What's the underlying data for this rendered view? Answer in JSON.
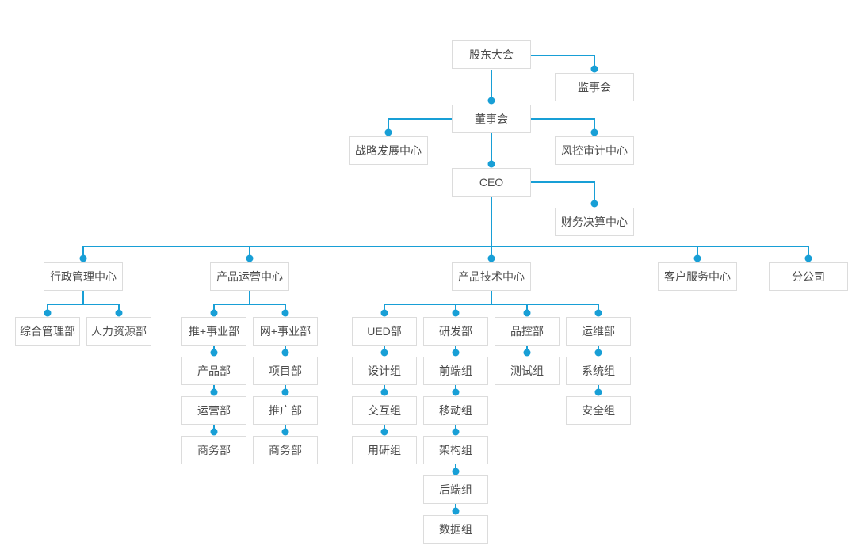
{
  "colors": {
    "line": "#189fd6",
    "box_border": "#dcdcdc",
    "text": "#4c4c4c",
    "background": "#ffffff"
  },
  "nodes": {
    "shareholders": "股东大会",
    "supervisory": "监事会",
    "board": "董事会",
    "strategy": "战略发展中心",
    "risk_audit": "风控审计中心",
    "ceo": "CEO",
    "finance": "财务决算中心",
    "centers": {
      "admin": {
        "label": "行政管理中心",
        "children": [
          "综合管理部",
          "人力资源部"
        ]
      },
      "product_ops": {
        "label": "产品运营中心",
        "divisions": [
          {
            "label": "推+事业部",
            "chain": [
              "产品部",
              "运营部",
              "商务部"
            ]
          },
          {
            "label": "网+事业部",
            "chain": [
              "项目部",
              "推广部",
              "商务部"
            ]
          }
        ]
      },
      "product_tech": {
        "label": "产品技术中心",
        "divisions": [
          {
            "label": "UED部",
            "chain": [
              "设计组",
              "交互组",
              "用研组"
            ]
          },
          {
            "label": "研发部",
            "chain": [
              "前端组",
              "移动组",
              "架构组",
              "后端组",
              "数据组"
            ]
          },
          {
            "label": "品控部",
            "chain": [
              "测试组"
            ]
          },
          {
            "label": "运维部",
            "chain": [
              "系统组",
              "安全组"
            ]
          }
        ]
      },
      "customer_service": {
        "label": "客户服务中心"
      },
      "branch_company": {
        "label": "分公司"
      }
    }
  }
}
